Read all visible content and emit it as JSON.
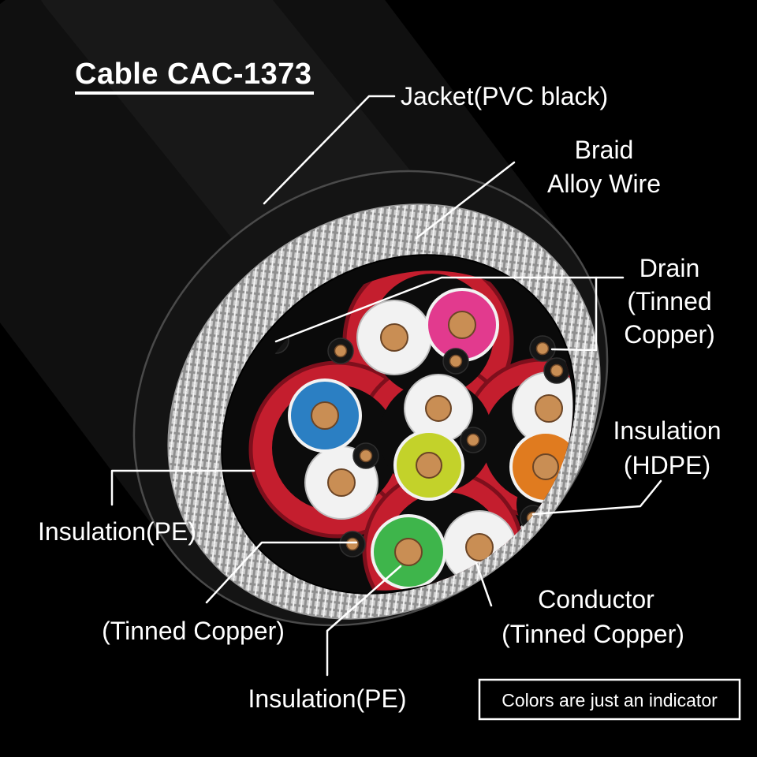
{
  "title": "Cable CAC-1373",
  "callouts": {
    "jacket": "Jacket(PVC black)",
    "braid_line1": "Braid",
    "braid_line2": "Alloy Wire",
    "drain_line1": "Drain",
    "drain_line2": "(Tinned",
    "drain_line3": "Copper)",
    "insulation_hdpe_line1": "Insulation",
    "insulation_hdpe_line2": "(HDPE)",
    "insulation_pe_left": "Insulation(PE)",
    "drain_tinned_copper": "(Tinned Copper)",
    "conductor_line1": "Conductor",
    "conductor_line2": "(Tinned Copper)",
    "insulation_pe_bottom": "Insulation(PE)"
  },
  "note": "Colors are just an indicator",
  "colors": {
    "background": "#000000",
    "text": "#ffffff",
    "line": "#ffffff",
    "jacket_black": "#141414",
    "braid_silver": "#cfcfcf",
    "inner_sheath": "#0a0a0a",
    "insulation_red": "#c41e2e",
    "wire_white": "#f2f2f2",
    "wire_pink": "#e23a8e",
    "wire_blue": "#2b7fc3",
    "wire_yellow": "#c3d22a",
    "wire_orange": "#e07b1f",
    "wire_green": "#3eb54b",
    "drain_black": "#161616",
    "copper": "#c98e54"
  }
}
